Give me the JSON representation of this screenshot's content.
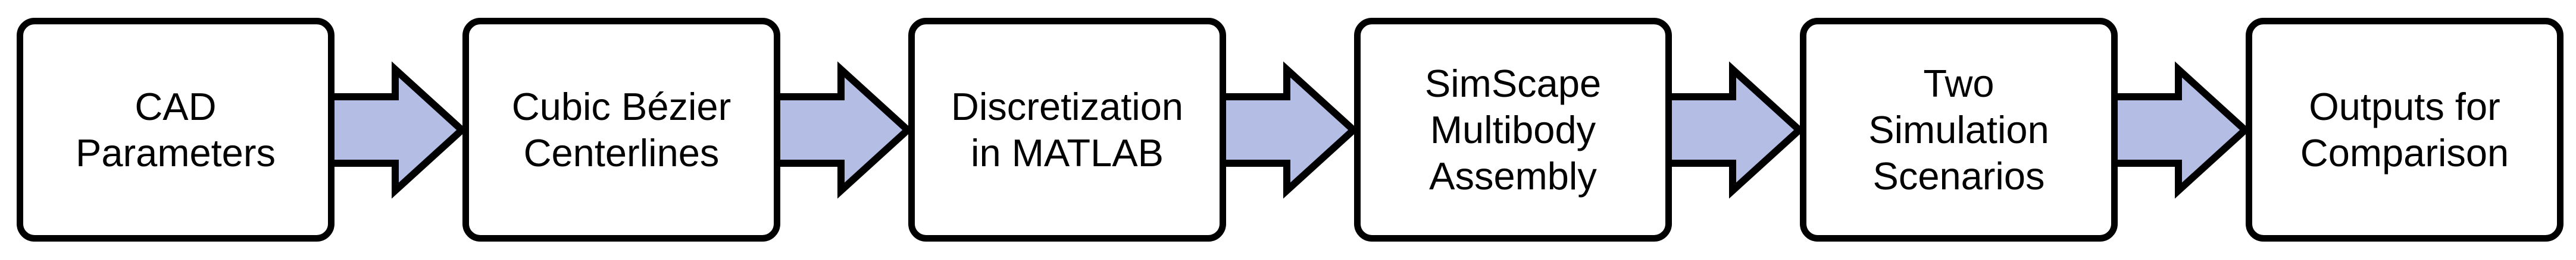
{
  "diagram": {
    "type": "flowchart",
    "direction": "left-to-right",
    "colors": {
      "box_fill": "#ffffff",
      "box_border": "#000000",
      "arrow_fill": "#b4bde3",
      "arrow_stroke": "#000000",
      "text": "#000000"
    },
    "steps": [
      {
        "id": "cad-parameters",
        "label": "CAD\nParameters"
      },
      {
        "id": "cubic-bezier-centerlines",
        "label": "Cubic Bézier\nCenterlines"
      },
      {
        "id": "discretization-in-matlab",
        "label": "Discretization\nin MATLAB"
      },
      {
        "id": "simscape-multibody-assembly",
        "label": "SimScape\nMultibody\nAssembly"
      },
      {
        "id": "two-simulation-scenarios",
        "label": "Two\nSimulation\nScenarios"
      },
      {
        "id": "outputs-for-comparison",
        "label": "Outputs for\nComparison"
      }
    ],
    "connections": [
      {
        "from": "cad-parameters",
        "to": "cubic-bezier-centerlines"
      },
      {
        "from": "cubic-bezier-centerlines",
        "to": "discretization-in-matlab"
      },
      {
        "from": "discretization-in-matlab",
        "to": "simscape-multibody-assembly"
      },
      {
        "from": "simscape-multibody-assembly",
        "to": "two-simulation-scenarios"
      },
      {
        "from": "two-simulation-scenarios",
        "to": "outputs-for-comparison"
      }
    ]
  }
}
